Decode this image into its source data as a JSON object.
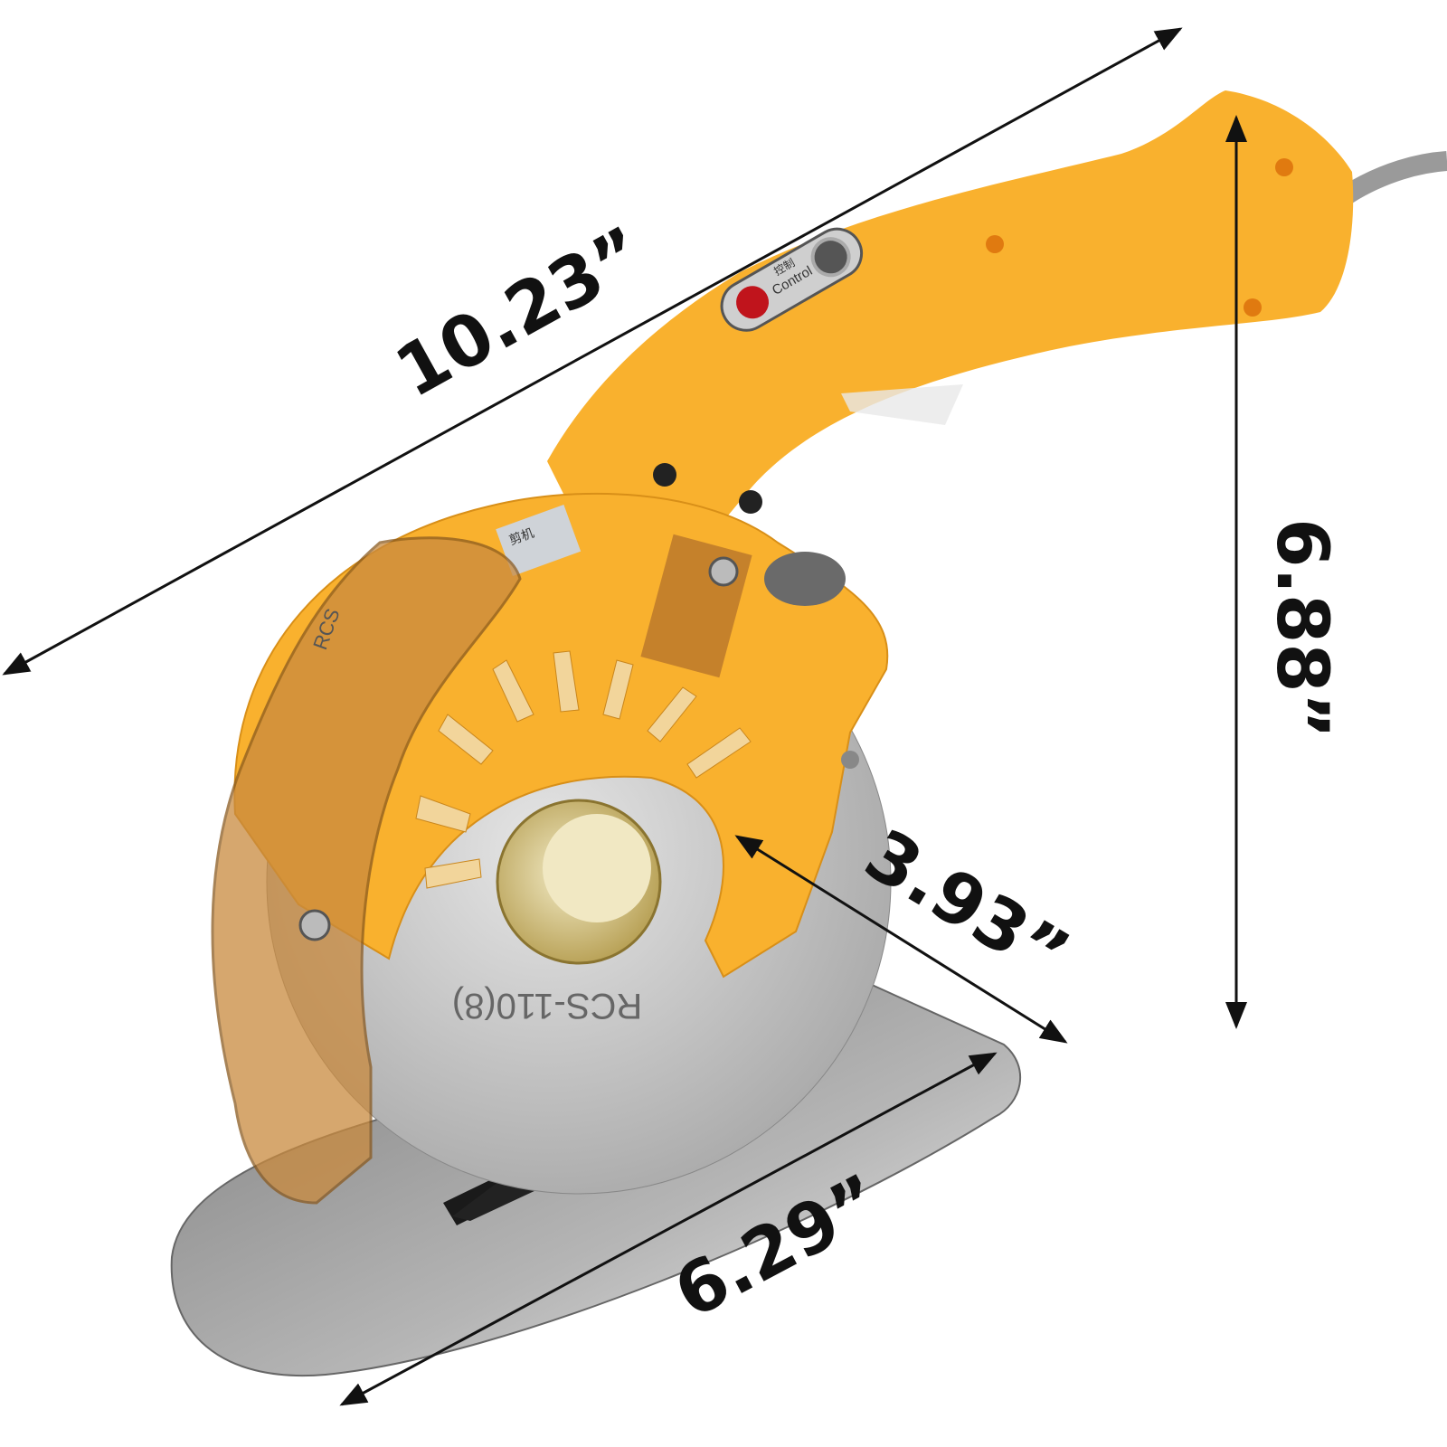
{
  "product": {
    "blade_marking": "RCS-110(8)",
    "button_label": "Control",
    "button_label_cn": "控制",
    "head_label_cn": "剪机",
    "side_marking": "RCS"
  },
  "dimensions": {
    "length": "10.23”",
    "height": "6.88”",
    "blade": "3.93”",
    "base": "6.29”"
  },
  "colors": {
    "body": "#f9b12e",
    "guard": "#c98a3e",
    "blade": "#c9c9c9",
    "base": "#9a9a9a",
    "button_red": "#c0141c",
    "dimension_line": "#111111"
  }
}
